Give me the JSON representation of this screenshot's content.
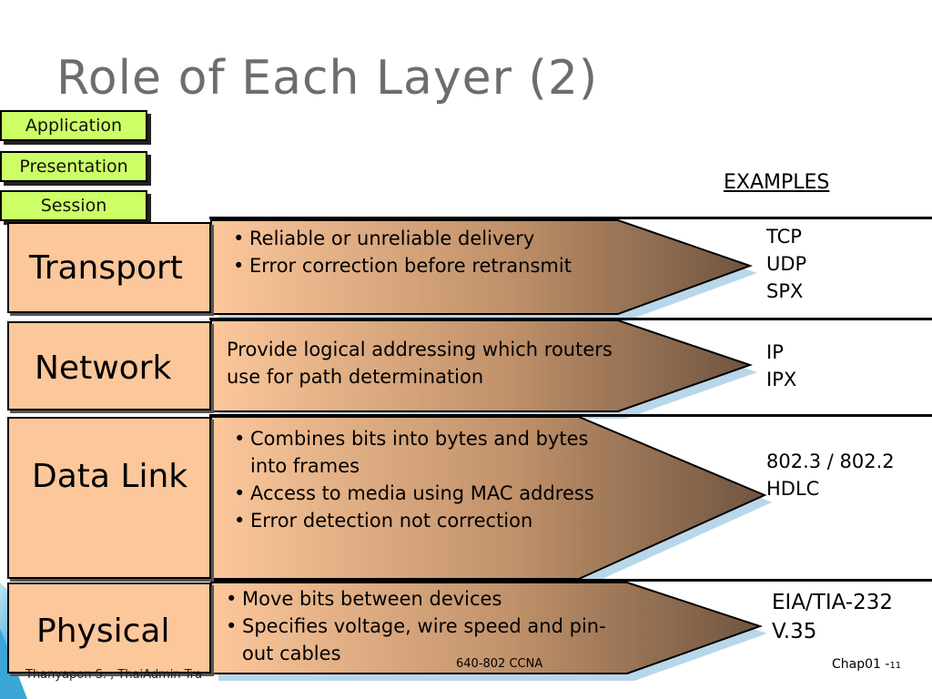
{
  "slide": {
    "title": "Role of Each Layer (2)",
    "examples_heading": "EXAMPLES"
  },
  "upper_layers": [
    "Application",
    "Presentation",
    "Session"
  ],
  "layers": [
    {
      "name": "Transport",
      "bullets": [
        "Reliable or unreliable delivery",
        "Error correction before retransmit"
      ],
      "examples": [
        "TCP",
        "UDP",
        "SPX"
      ]
    },
    {
      "name": "Network",
      "text": "Provide logical addressing which routers use for path determination",
      "examples": [
        "IP",
        "IPX"
      ]
    },
    {
      "name": "Data Link",
      "bullets": [
        "Combines bits into bytes and bytes into frames",
        "Access to media using MAC address",
        "Error detection not correction"
      ],
      "examples": [
        "802.3 / 802.2",
        "HDLC"
      ]
    },
    {
      "name": "Physical",
      "bullets": [
        "Move bits between devices",
        "Specifies voltage, wire speed and pin-out cables"
      ],
      "examples": [
        "EIA/TIA-232",
        "V.35"
      ]
    }
  ],
  "footer": {
    "author": "Thanyapon S. , ThaiAdmin Tra",
    "course": "640-802 CCNA",
    "chapter": "Chap01 -",
    "page": "11"
  },
  "colors": {
    "upper_layer_fill": "#ccff66",
    "layer_box_fill": "#fcc79b",
    "arrow_gradient_start": "#fcc79b",
    "arrow_gradient_end": "#7a6048",
    "title": "#6d6d6d",
    "corner_accent": "#1f8fc4"
  }
}
